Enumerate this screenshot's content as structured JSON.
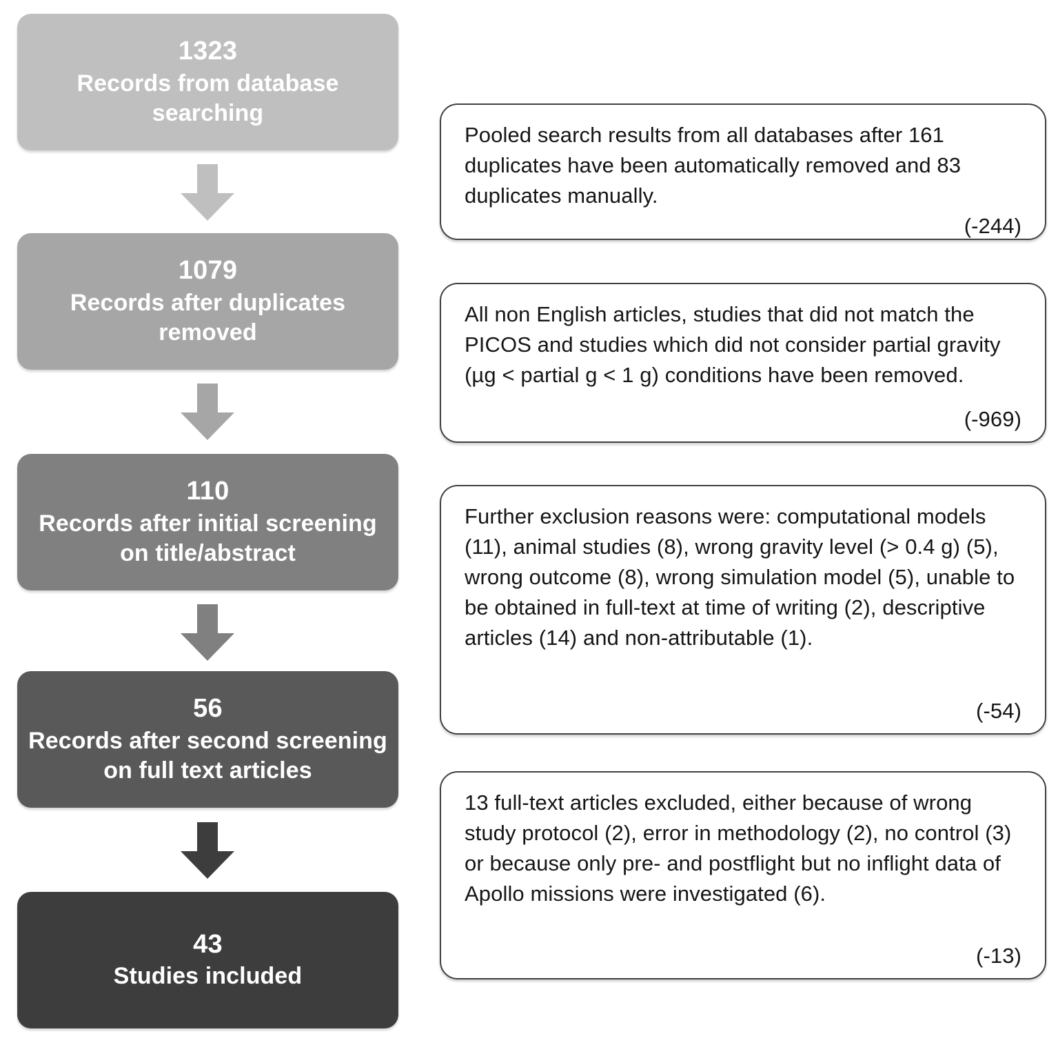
{
  "diagram": {
    "type": "prisma-flow-diagram",
    "title": "",
    "colors": {
      "stage_1_fill": "#bfbfbf",
      "stage_2_fill": "#a6a6a6",
      "stage_3_fill": "#808080",
      "stage_4_fill": "#595959",
      "stage_5_fill": "#3d3d3d",
      "note_border": "#404040",
      "note_fill": "#ffffff",
      "box_text": "#ffffff",
      "note_text": "#151515",
      "background": "#ffffff"
    }
  },
  "flow": {
    "stages": [
      {
        "id": "records-from-database-searching",
        "count": "1323",
        "label": "Records from database searching"
      },
      {
        "id": "records-after-duplicates-removed",
        "count": "1079",
        "label": "Records after duplicates removed"
      },
      {
        "id": "records-after-initial-screening",
        "count": "110",
        "label": "Records after initial screening on title/abstract"
      },
      {
        "id": "records-after-second-screening",
        "count": "56",
        "label": "Records after second screening on full text articles"
      },
      {
        "id": "studies-included",
        "count": "43",
        "label": "Studies included"
      }
    ],
    "arrows": [
      {
        "id": "arrow-1",
        "from": "1323",
        "to": "1079"
      },
      {
        "id": "arrow-2",
        "from": "1079",
        "to": "110"
      },
      {
        "id": "arrow-3",
        "from": "110",
        "to": "56"
      },
      {
        "id": "arrow-4",
        "from": "56",
        "to": "43"
      }
    ]
  },
  "notes": [
    {
      "id": "note-duplicates",
      "text": "Pooled search results from all databases  after 161 duplicates have been automatically  removed and 83 duplicates  manually.",
      "count": "(-244)"
    },
    {
      "id": "note-screening-exclusions",
      "text": "All non English articles,  studies that did not match the PICOS  and studies which did not consider partial gravity (µg < partial  g < 1 g) conditions have been removed.",
      "count": "(-969)"
    },
    {
      "id": "note-further-exclusions",
      "text": "Further exclusion reasons were: computational models (11), animal  studies (8), wrong gravity level (> 0.4 g) (5), wrong outcome (8), wrong simulation  model (5), unable  to be obtained in full-text at time of writing (2), descriptive articles (14) and non-attributable (1).",
      "count": "(-54)"
    },
    {
      "id": "note-fulltext-exclusions",
      "text": "13 full-text articles  excluded, either because  of wrong study protocol (2), error in methodology (2), no control (3) or because only pre- and postflight but no inflight data  of Apollo missions were investigated  (6).",
      "count": "(-13)"
    }
  ]
}
